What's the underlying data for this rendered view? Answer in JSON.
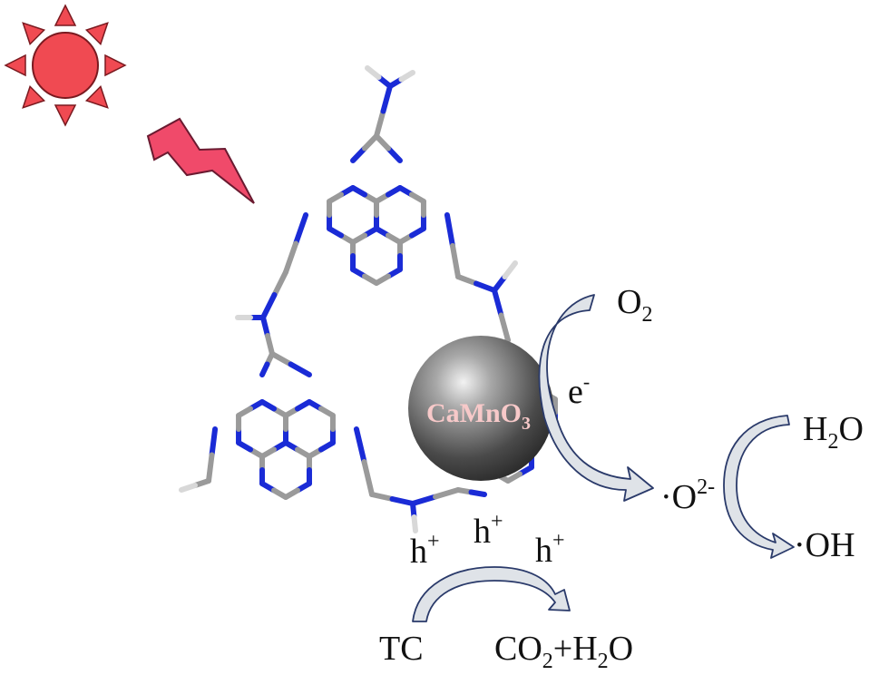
{
  "colors": {
    "sun": "#f04a52",
    "lightning": "#f04a6a",
    "nitrogen": "#1a2bd6",
    "carbon": "#9a9a9a",
    "hydrogen": "#d8d8d8",
    "arrow_fill": "#dfe3e8",
    "arrow_stroke": "#2a3a6a",
    "sphere_label": "#f7c9c9"
  },
  "icons": [
    "sun-icon",
    "lightning-icon"
  ],
  "catalyst": {
    "base": "CaMnO",
    "sub": "3"
  },
  "labels": {
    "o2": {
      "base": "O",
      "sub": "2"
    },
    "electron": {
      "base": "e",
      "sup": "-"
    },
    "superoxide": {
      "base": "·O",
      "sup": "2-"
    },
    "water": {
      "base": "H",
      "sub": "2",
      "tail": "O"
    },
    "hydroxyl": "·OH",
    "hole_1": {
      "base": "h",
      "sup": "+"
    },
    "hole_2": {
      "base": "h",
      "sup": "+"
    },
    "hole_3": {
      "base": "h",
      "sup": "+"
    },
    "tc": "TC",
    "products": {
      "a": "CO",
      "a_sub": "2",
      "mid": "+H",
      "b_sub": "2",
      "tail": "O"
    }
  }
}
